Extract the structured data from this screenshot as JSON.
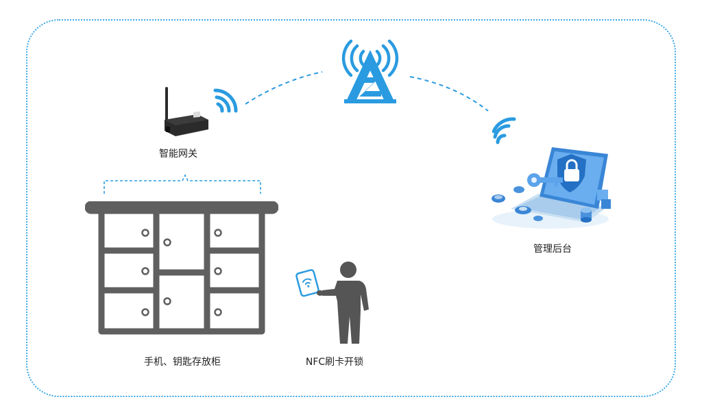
{
  "nodes": {
    "gateway": {
      "label": "智能网关",
      "icon": "wireless-gateway-icon"
    },
    "tower": {
      "icon": "zigbee-tower-icon"
    },
    "backend": {
      "label": "管理后台",
      "icon": "laptop-security-icon"
    },
    "cabinet": {
      "label": "手机、钥匙存放柜",
      "icon": "locker-cabinet-icon"
    },
    "person": {
      "label": "NFC刷卡开锁",
      "icon": "person-nfc-card-icon"
    }
  },
  "colors": {
    "accent": "#2a9be0",
    "cabinet": "#5f5f5f",
    "gateway": "#2b2b2b",
    "person": "#555555",
    "frame": "#3aa7e6"
  }
}
